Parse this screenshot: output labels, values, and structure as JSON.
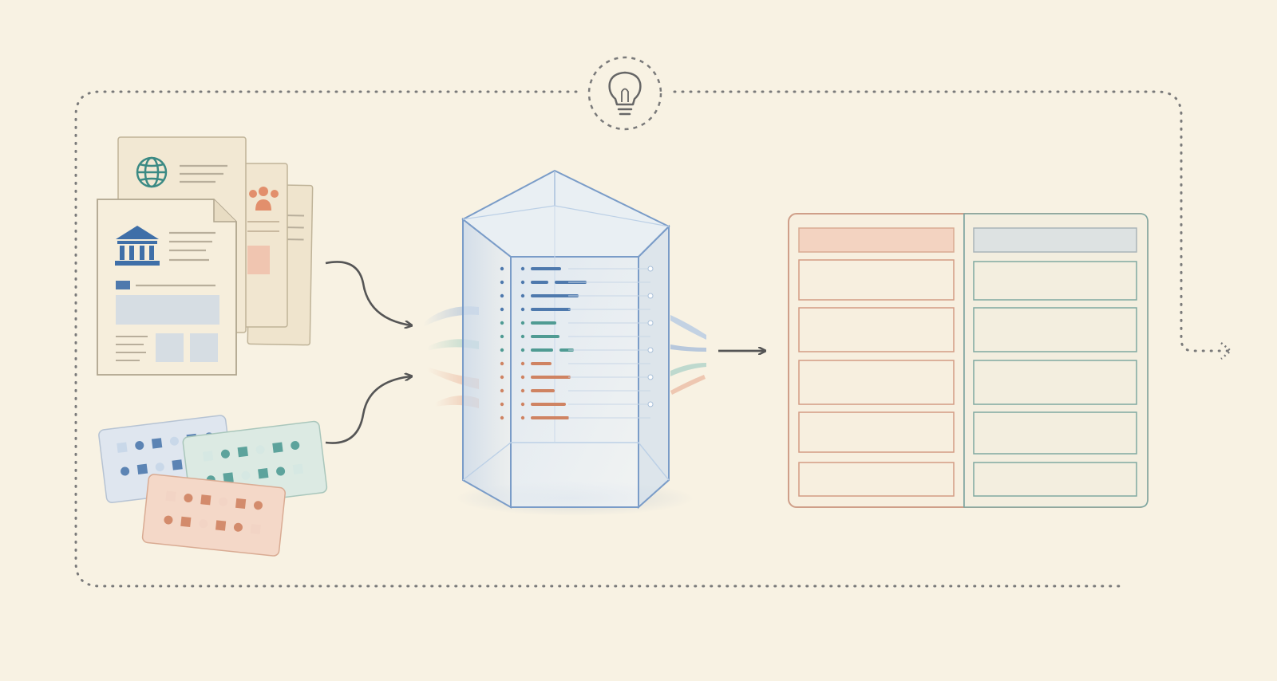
{
  "diagram": {
    "background": "#f8f2e3",
    "ink": "#5a5a5a",
    "dotted_line_color": "#7a7a7a",
    "icons": {
      "feedback_loop": "lightbulb-icon",
      "web_source": "globe-icon",
      "people_source": "people-icon",
      "institution_source": "bank-icon",
      "processor": "crystal-prism-icon",
      "output": "open-ledger-icon"
    },
    "palette": {
      "blue": "#4e79ad",
      "blue_light": "#c7d6e8",
      "teal": "#4f9b93",
      "teal_light": "#d5e8e2",
      "orange": "#cf8362",
      "orange_light": "#f2d4c4",
      "gray": "#a9b4b8",
      "paper": "#f3ead6",
      "paper_edge": "#bfb398"
    },
    "card_rows": {
      "blue_card": 2,
      "teal_card": 2,
      "orange_card": 2
    },
    "prism_lines": [
      {
        "color": "blue"
      },
      {
        "color": "blue"
      },
      {
        "color": "blue"
      },
      {
        "color": "blue"
      },
      {
        "color": "teal"
      },
      {
        "color": "teal"
      },
      {
        "color": "teal"
      },
      {
        "color": "orange"
      },
      {
        "color": "orange"
      },
      {
        "color": "orange"
      },
      {
        "color": "orange"
      },
      {
        "color": "orange"
      }
    ],
    "ledger": {
      "left_rows": 6,
      "right_rows": 6
    }
  }
}
